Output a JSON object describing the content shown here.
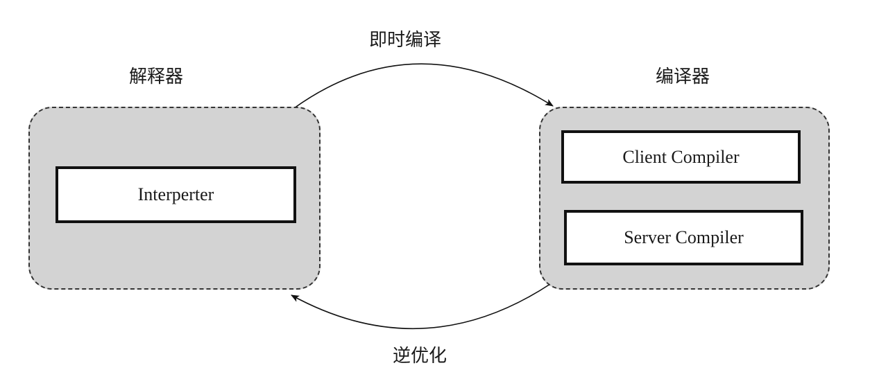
{
  "diagram": {
    "interpreter_group": {
      "title": "解释器",
      "components": [
        "Interperter"
      ]
    },
    "compiler_group": {
      "title": "编译器",
      "components": [
        "Client Compiler",
        "Server Compiler"
      ]
    },
    "edges": {
      "jit": {
        "label": "即时编译",
        "from": "解释器",
        "to": "编译器"
      },
      "deopt": {
        "label": "逆优化",
        "from": "编译器",
        "to": "解释器"
      }
    },
    "colors": {
      "group_fill": "#d3d3d3",
      "stroke": "#111111",
      "box_fill": "#ffffff"
    }
  }
}
